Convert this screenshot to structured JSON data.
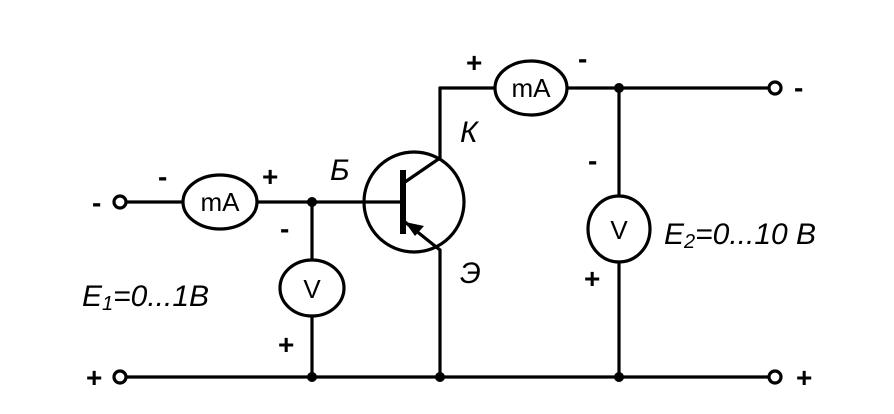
{
  "meters": {
    "base_current": "mA",
    "collector_current": "mA",
    "base_voltage": "V",
    "collector_voltage": "V"
  },
  "transistor": {
    "base": "Б",
    "collector": "К",
    "emitter": "Э"
  },
  "supplies": {
    "e1": "E1=0...1B",
    "e2": "E2=0...10 B"
  },
  "signs": {
    "plus": "+",
    "minus": "-"
  }
}
